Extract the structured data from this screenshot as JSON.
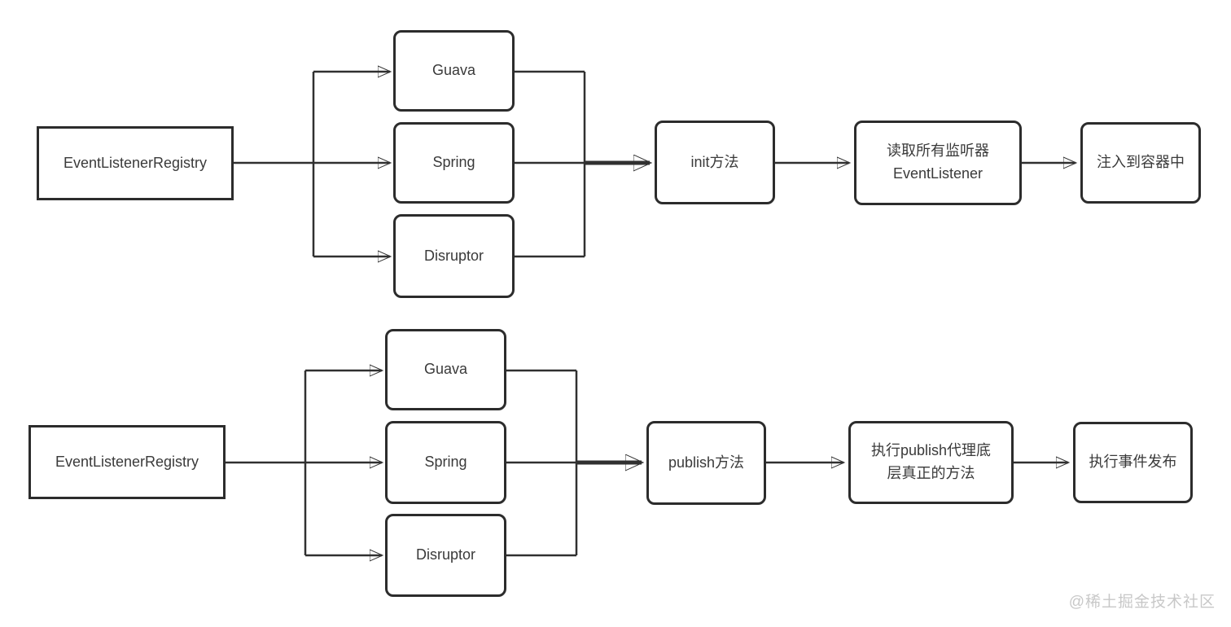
{
  "page": {
    "background": "#ffffff",
    "watermark": "@稀土掘金技术社区"
  },
  "colors": {
    "line": "#303030",
    "box_border": "#2c2c2c",
    "text": "#3a3a3a",
    "watermark": "#c8c8c8"
  },
  "init_flow": {
    "registry": "EventListenerRegistry",
    "buses": [
      "Guava",
      "Spring",
      "Disruptor"
    ],
    "step_method": "init方法",
    "step_read": "读取所有监听器\nEventListener",
    "step_inject": "注入到容器中"
  },
  "publish_flow": {
    "registry": "EventListenerRegistry",
    "buses": [
      "Guava",
      "Spring",
      "Disruptor"
    ],
    "step_method": "publish方法",
    "step_proxy": "执行publish代理底\n层真正的方法",
    "step_execute": "执行事件发布"
  }
}
